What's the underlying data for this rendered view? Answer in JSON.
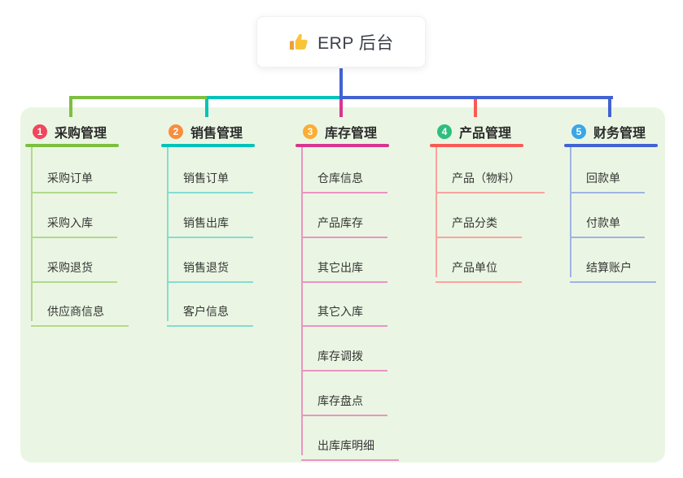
{
  "root": {
    "label": "ERP 后台",
    "icon": "thumbs-up-icon",
    "line_color": "#4263d3"
  },
  "panel": {
    "bg": "#eaf6e3"
  },
  "branches": [
    {
      "num": "1",
      "label": "采购管理",
      "badge_color": "#f0475c",
      "line_color": "#7dbf40",
      "child_line_color": "#b2d98a",
      "children": [
        "采购订单",
        "采购入库",
        "采购退货",
        "供应商信息"
      ]
    },
    {
      "num": "2",
      "label": "销售管理",
      "badge_color": "#f98e3d",
      "line_color": "#00c3b9",
      "child_line_color": "#84dcd2",
      "children": [
        "销售订单",
        "销售出库",
        "销售退货",
        "客户信息"
      ]
    },
    {
      "num": "3",
      "label": "库存管理",
      "badge_color": "#fbad34",
      "line_color": "#d8358f",
      "child_line_color": "#eb93c4",
      "children": [
        "仓库信息",
        "产品库存",
        "其它出库",
        "其它入库",
        "库存调拨",
        "库存盘点",
        "出库库明细"
      ]
    },
    {
      "num": "4",
      "label": "产品管理",
      "badge_color": "#2dbe7e",
      "line_color": "#f85b56",
      "child_line_color": "#fba3a0",
      "children": [
        "产品（物料）",
        "产品分类",
        "产品单位"
      ]
    },
    {
      "num": "5",
      "label": "财务管理",
      "badge_color": "#3aa6e6",
      "line_color": "#4263d3",
      "child_line_color": "#9fb3e3",
      "children": [
        "回款单",
        "付款单",
        "结算账户"
      ]
    }
  ]
}
